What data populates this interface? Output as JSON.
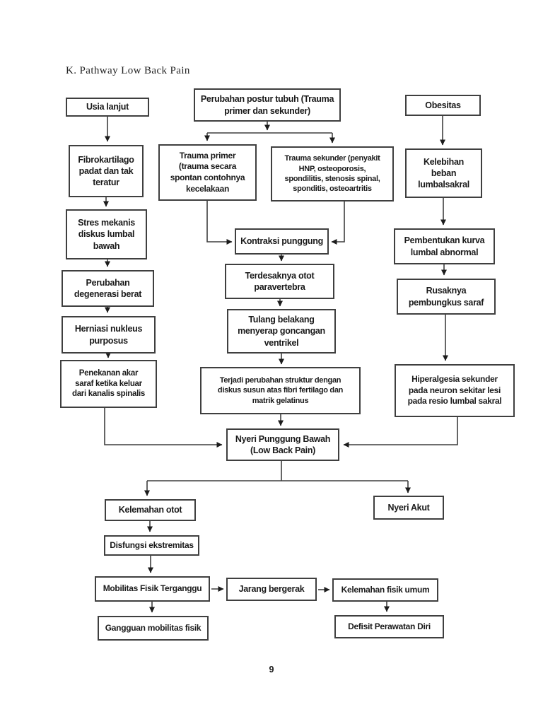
{
  "page": {
    "title": "K. Pathway Low Back Pain",
    "page_number": "9"
  },
  "nodes": [
    {
      "id": "usia-lanjut",
      "label": "Usia lanjut"
    },
    {
      "id": "perubahan-postur",
      "label": "Perubahan postur tubuh (Trauma\nprimer dan sekunder)"
    },
    {
      "id": "obesitas",
      "label": "Obesitas"
    },
    {
      "id": "fibrokartilago",
      "label": "Fibrokartilago\npadat dan tak\nteratur"
    },
    {
      "id": "trauma-primer",
      "label": "Trauma primer\n(trauma secara\nspontan contohnya\nkecelakaan"
    },
    {
      "id": "trauma-sekunder",
      "label": "Trauma sekunder (penyakit\nHNP, osteoporosis,\nspondilitis, stenosis spinal,\nsponditis, osteoartritis"
    },
    {
      "id": "kelebihan-beban",
      "label": "Kelebihan\nbeban\nlumbalsakral"
    },
    {
      "id": "stres-mekanis",
      "label": "Stres mekanis\ndiskus lumbal\nbawah"
    },
    {
      "id": "kontraksi-punggung",
      "label": "Kontraksi punggung"
    },
    {
      "id": "terdesaknya-otot",
      "label": "Terdesaknya otot\nparavertebra"
    },
    {
      "id": "tulang-belakang",
      "label": "Tulang belakang\nmenyerap goncangan\nventrikel"
    },
    {
      "id": "perubahan-degenerasi",
      "label": "Perubahan\ndegenerasi berat"
    },
    {
      "id": "herniasi-nukleus",
      "label": "Herniasi nukleus\npurposus"
    },
    {
      "id": "penekanan-akar",
      "label": "Penekanan akar\nsaraf ketika keluar\ndari kanalis spinalis"
    },
    {
      "id": "pembentukan-kurva",
      "label": "Pembentukan kurva\nlumbal abnormal"
    },
    {
      "id": "rusaknya-pembungkus",
      "label": "Rusaknya\npembungkus saraf"
    },
    {
      "id": "hiperalgesia",
      "label": "Hiperalgesia sekunder\npada neuron sekitar lesi\npada resio lumbal sakral"
    },
    {
      "id": "terjadi-perubahan-struktur",
      "label": "Terjadi perubahan struktur dengan\ndiskus susun atas fibri fertilago dan\nmatrik gelatinus"
    },
    {
      "id": "nyeri-punggung-bawah",
      "label": "Nyeri Punggung Bawah\n(Low Back Pain)"
    },
    {
      "id": "kelemahan-otot",
      "label": "Kelemahan otot"
    },
    {
      "id": "nyeri-akut",
      "label": "Nyeri Akut"
    },
    {
      "id": "disfungsi-ekstremitas",
      "label": "Disfungsi ekstremitas"
    },
    {
      "id": "mobilitas-fisik-terganggu",
      "label": "Mobilitas Fisik Terganggu"
    },
    {
      "id": "jarang-bergerak",
      "label": "Jarang bergerak"
    },
    {
      "id": "kelemahan-fisik-umum",
      "label": "Kelemahan fisik umum"
    },
    {
      "id": "gangguan-mobilitas-fisik",
      "label": "Gangguan mobilitas fisik"
    },
    {
      "id": "defisit-perawatan-diri",
      "label": "Defisit Perawatan Diri"
    }
  ]
}
